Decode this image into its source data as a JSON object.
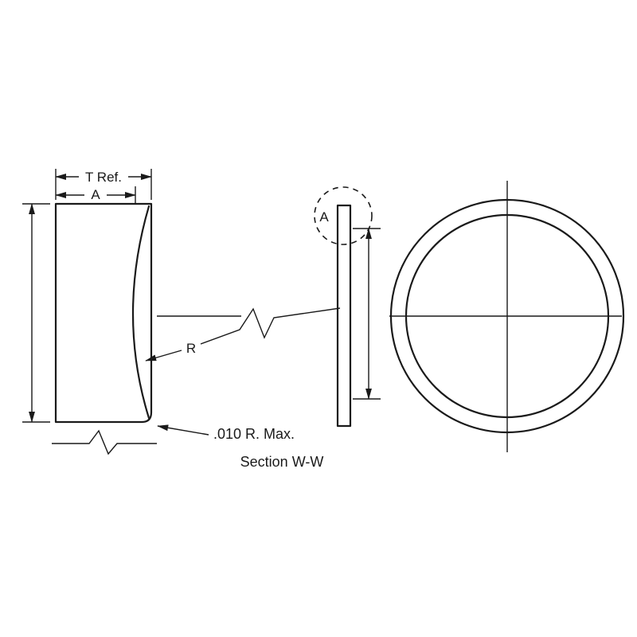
{
  "drawing": {
    "dims": {
      "t_ref": "T Ref.",
      "a_width": "A",
      "radius": "R"
    },
    "notes": {
      "corner_radius": ".010 R. Max.",
      "section_title": "Section W-W",
      "detail_callout": "A"
    },
    "colors": {
      "line": "#1a1a1a",
      "background": "#ffffff"
    }
  }
}
